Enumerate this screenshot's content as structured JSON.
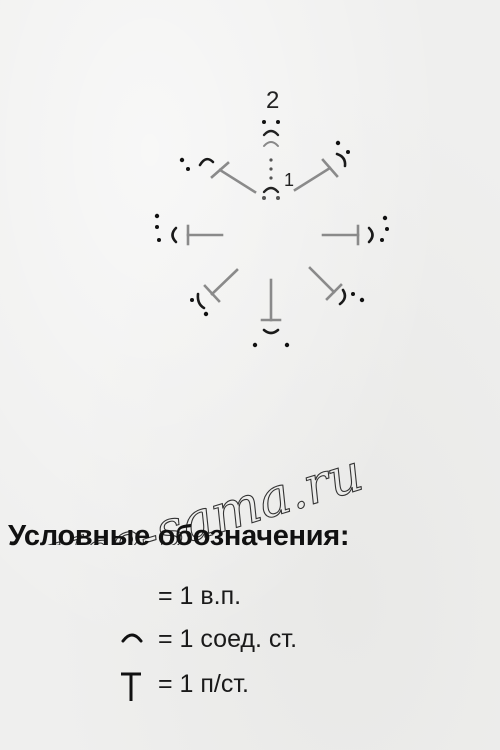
{
  "diagram": {
    "round_labels": [
      "2",
      "1"
    ]
  },
  "watermark": {
    "text": "Vse-sama.ru"
  },
  "legend": {
    "title": "Условные обозначения:",
    "items": [
      {
        "symbol": "chain-stitch",
        "text": "= 1 в.п."
      },
      {
        "symbol": "slip-stitch",
        "text": "= 1 соед. ст."
      },
      {
        "symbol": "half-double-crochet",
        "text": "= 1 п/ст."
      }
    ]
  }
}
